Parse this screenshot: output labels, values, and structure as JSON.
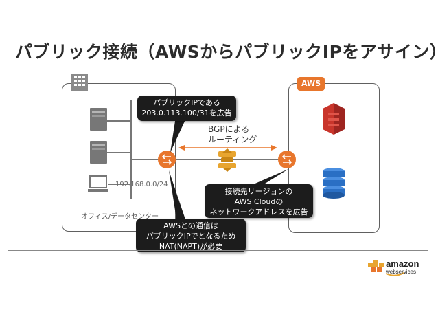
{
  "title": "パブリック接続（AWSからパブリックIPをアサイン）",
  "office": {
    "label": "オフィス/データセンター",
    "subnet": "192.168.0.0/24"
  },
  "aws": {
    "tag": "AWS"
  },
  "bgp": {
    "line1": "BGPによる",
    "line2": "ルーティング"
  },
  "callouts": {
    "public_ip": [
      "パブリックIPである",
      "203.0.113.100/31を広告"
    ],
    "region": [
      "接続先リージョンの",
      "AWS Cloudの",
      "ネットワークアドレスを広告"
    ],
    "nat": [
      "AWSとの通信は",
      "パブリックIPでとなるため",
      "NAT(NAPT)が必要"
    ]
  },
  "logo": {
    "name": "amazon",
    "sub": "webservices"
  },
  "colors": {
    "router": "#e8762c",
    "direct_connect": "#e8a530",
    "s3": "#c9352b",
    "dynamodb": "#2a6fc4",
    "bgp_arrow": "#e8762c"
  },
  "icons": [
    "building-icon",
    "server-icon",
    "server-icon",
    "computer-icon",
    "router-icon",
    "router-icon",
    "direct-connect-icon",
    "s3-icon",
    "dynamodb-icon",
    "aws-cloud-icon",
    "amazon-logo-icon"
  ]
}
